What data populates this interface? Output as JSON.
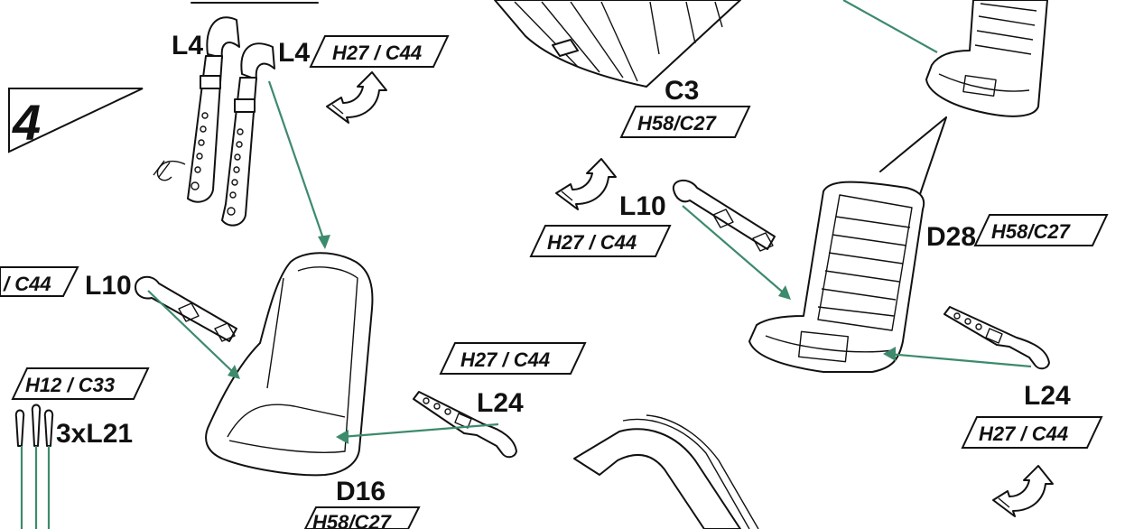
{
  "step": {
    "number": "4"
  },
  "colors": {
    "leader": "#3d8a6c",
    "ink": "#111111",
    "paper": "#ffffff"
  },
  "parts": {
    "l4_left": "L4",
    "l4_right": "L4",
    "l4_code": "H27 / C44",
    "c3": "C3",
    "c3_code": "H58/C27",
    "l10_center": "L10",
    "l10_center_code": "H27 / C44",
    "d28": "D28",
    "d28_code": "H58/C27",
    "l10_left": "L10",
    "l10_left_code": "/ C44",
    "h12_code": "H12 / C33",
    "l21": "3xL21",
    "l24_center_code": "H27 / C44",
    "l24_center": "L24",
    "d16": "D16",
    "d16_code": "H58/C27",
    "l24_right": "L24",
    "l24_right_code": "H27 / C44"
  },
  "icons": [
    "turn-over-arrow-icon",
    "turn-over-arrow-icon",
    "turn-over-arrow-icon"
  ]
}
